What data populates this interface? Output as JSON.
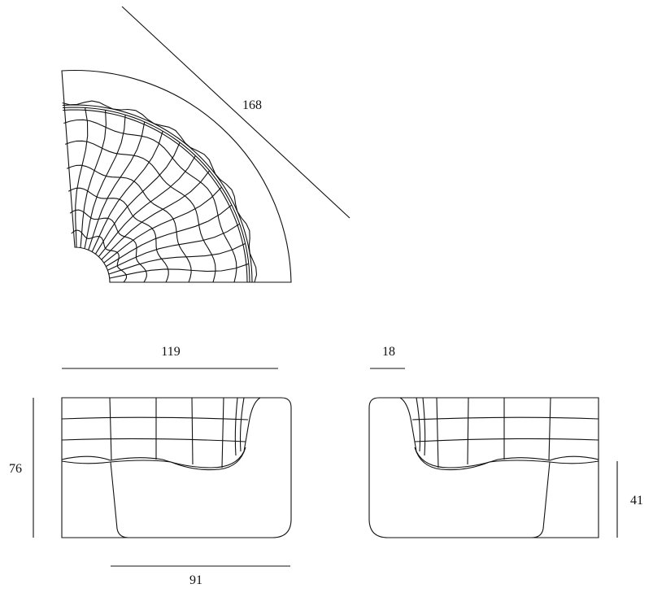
{
  "dimensions": {
    "diagonal": "168",
    "front_width": "119",
    "arm_width": "18",
    "height": "76",
    "seat_depth": "91",
    "seat_height": "41"
  },
  "colors": {
    "line": "#111111",
    "background": "#ffffff"
  }
}
